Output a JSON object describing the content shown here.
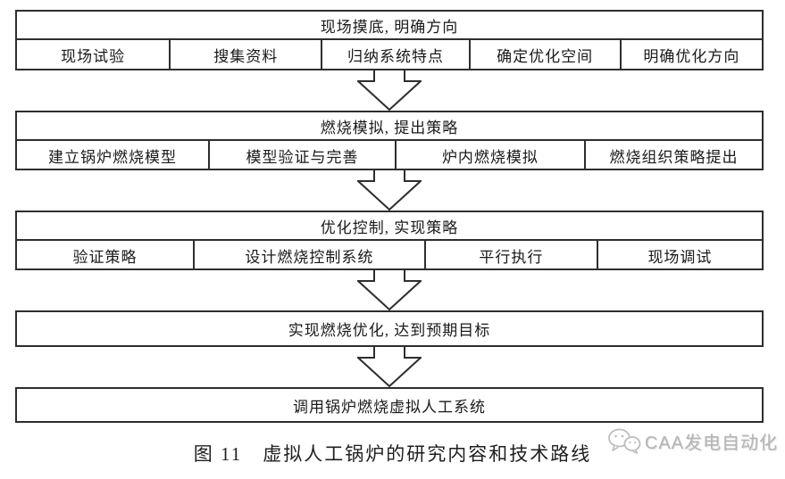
{
  "page": {
    "background": "#ffffff",
    "border_color": "#2e2e2e",
    "text_color": "#1a1a1a"
  },
  "flow": {
    "stages": [
      {
        "header": "现场摸底, 明确方向",
        "items": [
          "现场试验",
          "搜集资料",
          "归纳系统特点",
          "确定优化空间",
          "明确优化方向"
        ]
      },
      {
        "header": "燃烧模拟, 提出策略",
        "items": [
          "建立锅炉燃烧模型",
          "模型验证与完善",
          "炉内燃烧模拟",
          "燃烧组织策略提出"
        ]
      },
      {
        "header": "优化控制, 实现策略",
        "items": [
          "验证策略",
          "设计燃烧控制系统",
          "平行执行",
          "现场调试"
        ]
      },
      {
        "header": "实现燃烧优化, 达到预期目标",
        "items": []
      },
      {
        "header": "调用锅炉燃烧虚拟人工系统",
        "items": []
      }
    ]
  },
  "caption": "图 11　虚拟人工锅炉的研究内容和技术路线",
  "watermark": {
    "label": "CAA发电自动化",
    "icon": "wechat-icon",
    "color": "#b5b5b5"
  },
  "icons": {
    "flow_connector": "down-arrow-icon"
  }
}
